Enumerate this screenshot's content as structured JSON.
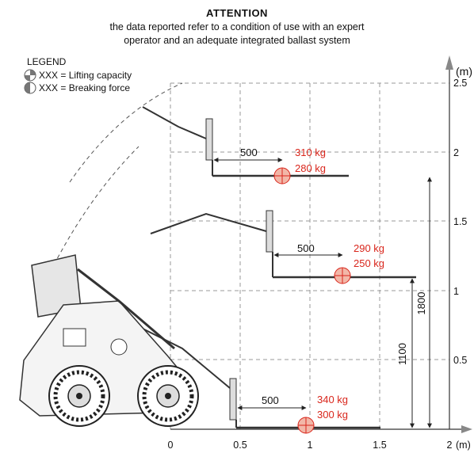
{
  "header": {
    "title": "ATTENTION",
    "line1": "the data reported refer to a condition of use with an expert",
    "line2": "operator and an adequate integrated ballast system"
  },
  "legend": {
    "title": "LEGEND",
    "lifting": "XXX = Lifting capacity",
    "breaking": "XXX = Breaking force"
  },
  "axes": {
    "x_ticks": [
      "0",
      "0.5",
      "1",
      "1.5",
      "2"
    ],
    "x_unit": "(m)",
    "y_ticks": [
      "0.5",
      "1",
      "1.5",
      "2",
      "2.5"
    ],
    "y_unit": "(m)"
  },
  "dimensions": {
    "offset_low": "500",
    "offset_mid": "500",
    "offset_high": "500",
    "height_1100": "1100",
    "height_1800": "1800"
  },
  "loads": [
    {
      "lifting": "340 kg",
      "breaking": "300 kg"
    },
    {
      "lifting": "290 kg",
      "breaking": "250 kg"
    },
    {
      "lifting": "310 kg",
      "breaking": "280 kg"
    }
  ],
  "colors": {
    "load_text": "#d9261c",
    "marker_fill": "#f2b7a8",
    "grid": "#999999"
  }
}
